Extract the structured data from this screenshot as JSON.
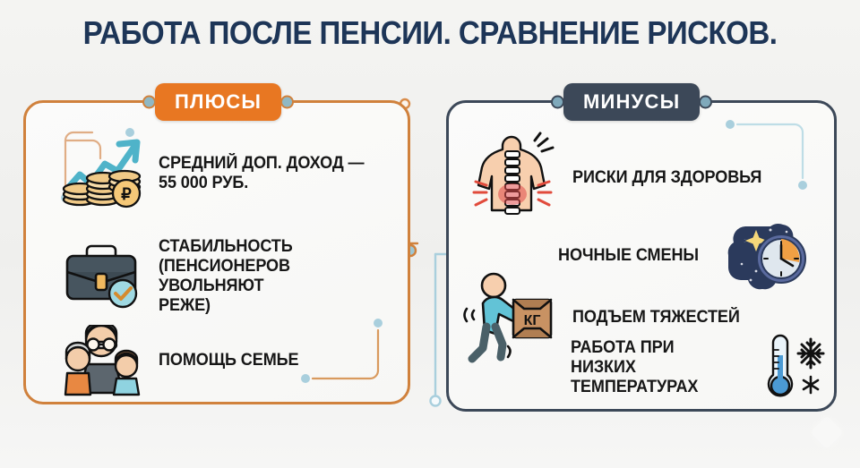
{
  "title": "РАБОТА ПОСЛЕ ПЕНСИИ. СРАВНЕНИЕ РИСКОВ.",
  "colors": {
    "background": "#f2f2f0",
    "title_text": "#1d3557",
    "plus_accent": "#e87722",
    "plus_border": "#d0813c",
    "minus_accent": "#3c4858",
    "minus_border": "#3c4858",
    "body_text": "#171717",
    "trace_blue": "#a9cfdd"
  },
  "panels": {
    "plus": {
      "badge": "ПЛЮСЫ",
      "items": [
        {
          "icon": "coins-growth-icon",
          "label": "СРЕДНИЙ ДОП. ДОХОД —\n55 000 РУБ."
        },
        {
          "icon": "briefcase-check-icon",
          "label": "СТАБИЛЬНОСТЬ\n(ПЕНСИОНЕРОВ УВОЛЬНЯЮТ\nРЕЖЕ)"
        },
        {
          "icon": "family-icon",
          "label": "ПОМОЩЬ СЕМЬЕ"
        }
      ]
    },
    "minus": {
      "badge": "МИНУСЫ",
      "items": [
        {
          "icon": "back-pain-icon",
          "label": "РИСКИ ДЛЯ ЗДОРОВЬЯ"
        },
        {
          "icon": "night-clock-icon",
          "label": "НОЧНЫЕ СМЕНЫ"
        },
        {
          "icon": "lifting-box-icon",
          "label": "ПОДЪЕМ ТЯЖЕСТЕЙ",
          "box_text": "КГ"
        },
        {
          "icon": "thermometer-snowflake-icon",
          "label": "РАБОТА ПРИ НИЗКИХ\nТЕМПЕРАТУРАХ"
        }
      ]
    }
  },
  "watermark": {
    "shape": "diamond-sparkle"
  }
}
